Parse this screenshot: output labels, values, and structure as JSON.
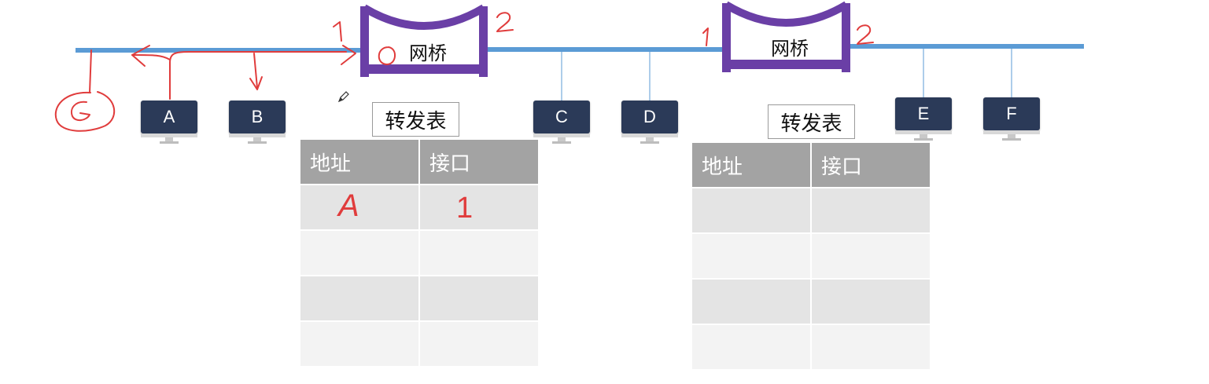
{
  "bridges": [
    {
      "id": "bridge-1",
      "label": "网桥",
      "port_left": "1",
      "port_right": "2"
    },
    {
      "id": "bridge-2",
      "label": "网桥",
      "port_left": "1",
      "port_right": "2"
    }
  ],
  "hosts": [
    "A",
    "B",
    "C",
    "D",
    "E",
    "F"
  ],
  "forwarding_tables": [
    {
      "title": "转发表",
      "headers": [
        "地址",
        "接口"
      ],
      "rows": [
        [
          "A",
          "1"
        ],
        [
          "",
          ""
        ],
        [
          "",
          ""
        ],
        [
          "",
          ""
        ]
      ]
    },
    {
      "title": "转发表",
      "headers": [
        "地址",
        "接口"
      ],
      "rows": [
        [
          "",
          ""
        ],
        [
          "",
          ""
        ],
        [
          "",
          ""
        ],
        [
          "",
          ""
        ]
      ]
    }
  ],
  "annotations": {
    "circled_letter": "G"
  },
  "colors": {
    "bus": "#5b9bd5",
    "bridge": "#6a3fa6",
    "annotation": "#e03c3c",
    "host": "#2b3a58"
  }
}
